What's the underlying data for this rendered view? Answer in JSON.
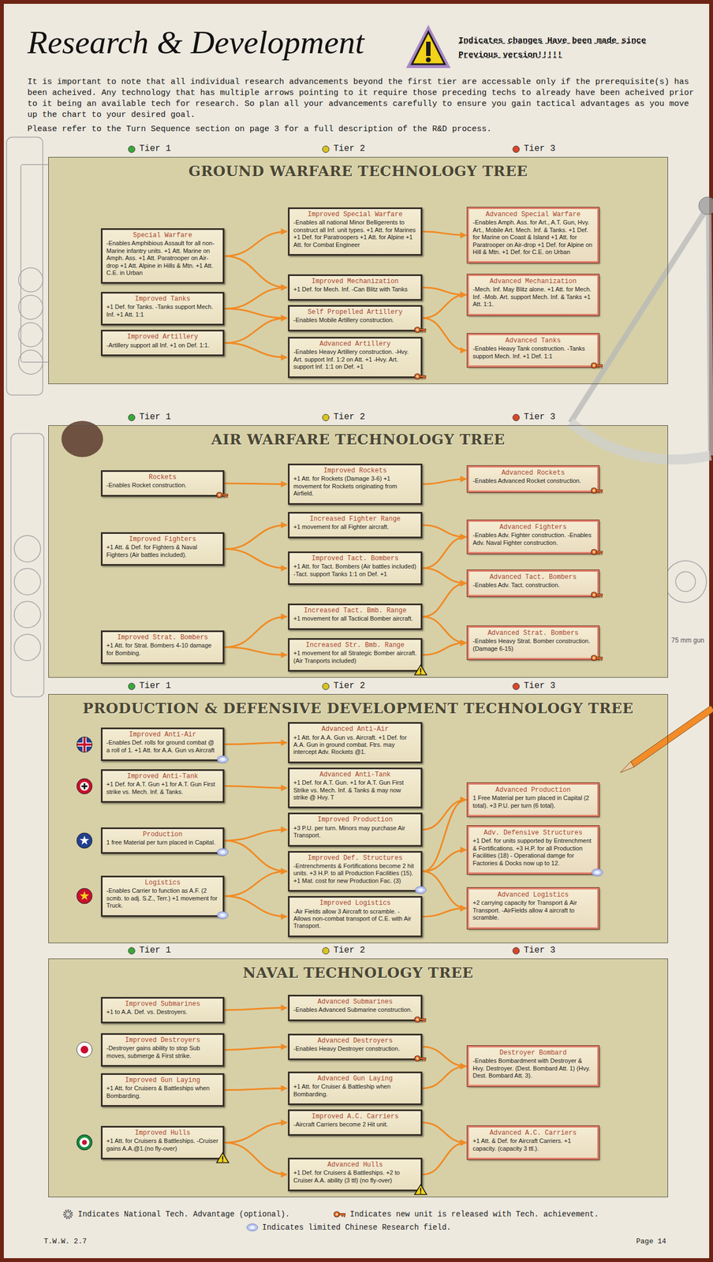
{
  "diagram": {
    "title": "Research & Development",
    "nodes": [
      {
        "text": [
          "GROUND WARFARE TECHNOLOGY TREE"
        ]
      },
      {
        "text": [
          "Special Warfare",
          "-Enables Amphibious Assault for all non-Marine infantry units. +1 Att. Marine on Amph. Ass. +1 Att. Paratrooper on Air-drop +1 Att. Alpine in Hills & Mtn. +1 Att. C.E. in Urban"
        ],
        "in": 0
      },
      {
        "text": [
          "Improved Tanks",
          "+1 Def. for Tanks. -Tanks support Mech. Inf. +1 Att. 1:1"
        ],
        "in": 0
      },
      {
        "text": [
          "Improved Artillery",
          "-Artillery support all Inf. +1 on Def. 1:1."
        ],
        "in": 0
      },
      {
        "text": [
          "Improved Special Warfare",
          "-Enables all national Minor Belligerents to construct all Inf. unit types. +1 Att. for Marines +1 Def. for Paratroopers +1 Att. for Alpine +1 Att. for Combat Engineer"
        ],
        "in": 0
      },
      {
        "text": [
          "Improved Mechanization",
          "+1 Def. for Mech. Inf. -Can Blitz with Tanks"
        ],
        "in": 0
      },
      {
        "text": [
          "Self Propelled Artillery",
          "-Enables Mobile Artillery construction."
        ],
        "in": 0
      },
      {
        "text": [
          "Advanced Artillery",
          "-Enables Heavy Artillery construction. -Hvy. Art. support Inf. 1:2 on Att. +1 -Hvy. Art. support Inf. 1:1 on Def. +1"
        ],
        "in": 0
      },
      {
        "text": [
          "Advanced Special Warfare",
          "-Enables Amph. Ass. for Art., A.T. Gun, Hvy. Art., Mobile Art. Mech. Inf. & Tanks. +1 Def. for Marine on Coast & Island +1 Att. for Paratrooper on Air-drop +1 Def. for Alpine on Hill & Mtn. +1 Def. for C.E. on Urban"
        ],
        "in": 0
      },
      {
        "text": [
          "Advanced Mechanization",
          "-Mech. Inf. May Blitz alone. +1 Att. for Mech. Inf. -Mob. Art. support Mech. Inf. & Tanks +1 Att. 1:1."
        ],
        "in": 0
      },
      {
        "text": [
          "Advanced Tanks",
          "-Enables Heavy Tank construction. -Tanks support Mech. Inf. +1 Def. 1:1"
        ],
        "in": 0
      },
      {
        "text": [
          "AIR WARFARE TECHNOLOGY TREE"
        ]
      },
      {
        "text": [
          "Rockets",
          "-Enables Rocket construction."
        ],
        "in": 11
      },
      {
        "text": [
          "Improved Fighters",
          "+1 Att. & Def. for Fighters & Naval Fighters (Air battles included)."
        ],
        "in": 11
      },
      {
        "text": [
          "Improved Strat. Bombers",
          "+1 Att. for Strat. Bombers 4-10 damage for Bombing."
        ],
        "in": 11
      },
      {
        "text": [
          "Improved Rockets",
          "+1 Att. for Rockets (Damage 3-6) +1 movement for Rockets originating from Airfield."
        ],
        "in": 11
      },
      {
        "text": [
          "Increased Fighter Range",
          "+1 movement for all Fighter aircraft."
        ],
        "in": 11
      },
      {
        "text": [
          "Improved Tact. Bombers",
          "+1 Att. for Tact. Bombers (Air battles included) -Tact. support Tanks 1:1 on Def. +1"
        ],
        "in": 11
      },
      {
        "text": [
          "Increased Tact. Bmb. Range",
          "+1 movement for all Tactical Bomber aircraft."
        ],
        "in": 11
      },
      {
        "text": [
          "Increased Str. Bmb. Range",
          "+1 movement for all Strategic Bomber aircraft. (Air Tranports included)"
        ],
        "in": 11
      },
      {
        "text": [
          "Advanced Rockets",
          "-Enables Advanced Rocket construction."
        ],
        "in": 11
      },
      {
        "text": [
          "Advanced Fighters",
          "-Enables Adv. Fighter construction. -Enables Adv. Naval Fighter construction."
        ],
        "in": 11
      },
      {
        "text": [
          "Advanced Tact. Bombers",
          "-Enables Adv. Tact. construction."
        ],
        "in": 11
      },
      {
        "text": [
          "Advanced Strat. Bombers",
          "-Enables Heavy Strat. Bomber construction. (Damage 6-15)"
        ],
        "in": 11
      },
      {
        "text": [
          "PRODUCTION & DEFENSIVE DEVELOPMENT TECHNOLOGY TREE"
        ]
      },
      {
        "text": [
          "Improved Anti-Air",
          "-Enables Def. rolls for ground combat @ a roll of 1. +1 Att. for A.A. Gun vs Aircraft"
        ],
        "in": 24
      },
      {
        "text": [
          "Improved Anti-Tank",
          "+1 Def. for A.T. Gun +1 for A.T. Gun First strike vs. Mech. Inf. & Tanks."
        ],
        "in": 24
      },
      {
        "text": [
          "Production",
          "1 free Material per turn placed in Capital."
        ],
        "in": 24
      },
      {
        "text": [
          "Logistics",
          "-Enables Carrier to function as A.F. (2 scmb. to adj. S.Z., Terr.) +1 movement for Truck."
        ],
        "in": 24
      },
      {
        "text": [
          "Advanced Anti-Air",
          "+1 Att. for A.A. Gun vs. Aircraft. +1 Def. for A.A. Gun in ground combat. Ftrs. may intercept Adv. Rockets @1."
        ],
        "in": 24
      },
      {
        "text": [
          "Advanced Anti-Tank",
          "+1 Def. for A.T. Gun. +1 for A.T. Gun First Strike vs. Mech. Inf. & Tanks & may now strike @ Hvy. T"
        ],
        "in": 24
      },
      {
        "text": [
          "Improved Production",
          "+3 P.U. per turn. Minors may purchase Air Transport."
        ],
        "in": 24
      },
      {
        "text": [
          "Improved Def. Structures",
          "-Entrenchments & Fortifications become 2 hit units. +3 H.P. to all Production Facilities (15). +1 Mat. cost for new Production Fac. (3)"
        ],
        "in": 24
      },
      {
        "text": [
          "Improved Logistics",
          "-Air Fields allow 3 Aircraft to scramble. -Allows non-combat transport of C.E. with Air Transport."
        ],
        "in": 24
      },
      {
        "text": [
          "Advanced Production",
          "1 Free Material per turn placed in Capital (2 total). +3 P.U. per turn (6 total)."
        ],
        "in": 24
      },
      {
        "text": [
          "Adv. Defensive Structures",
          "+1 Def. for units supported by Entrenchment & Fortifications. +3 H.P. for all Production Facilities (18) - Operational damge for Factories & Docks now up to 12."
        ],
        "in": 24
      },
      {
        "text": [
          "Advanced Logistics",
          "+2 carrying capacity for Transport & Air Transport. -AirFields allow 4 aircraft to scramble."
        ],
        "in": 24
      },
      {
        "text": [
          "NAVAL TECHNOLOGY TREE"
        ]
      },
      {
        "text": [
          "Improved Submarines",
          "+1 to A.A. Def. vs. Destroyers."
        ],
        "in": 37
      },
      {
        "text": [
          "Improved Destroyers",
          "-Destroyer gains ability to stop Sub moves, submerge & First strike."
        ],
        "in": 37
      },
      {
        "text": [
          "Improved Gun Laying",
          "+1 Att. for Cruisers & Battleships when Bombarding."
        ],
        "in": 37
      },
      {
        "text": [
          "Improved Hulls",
          "+1 Att. for Cruisers & Battleships. -Cruiser gains A.A.@1.(no fly-over)"
        ],
        "in": 37
      },
      {
        "text": [
          "Advanced Submarines",
          "-Enables Advanced Submarine construction."
        ],
        "in": 37
      },
      {
        "text": [
          "Advanced Destroyers",
          "-Enables Heavy Destroyer construction."
        ],
        "in": 37
      },
      {
        "text": [
          "Advanced Gun Laying",
          "+1 Att. for Cruiser & Battleship when Bombarding."
        ],
        "in": 37
      },
      {
        "text": [
          "Improved A.C. Carriers",
          "-Aircraft Carriers become 2 Hit unit."
        ],
        "in": 37
      },
      {
        "text": [
          "Advanced Hulls",
          "+1 Def. for Cruisers & Battleships. +2 to Cruiser A.A. ability (3 ttl) (no fly-over)"
        ],
        "in": 37
      },
      {
        "text": [
          "Destroyer Bombard",
          "-Enables Bombardment with Destroyer & Hvy. Destroyer. (Dest. Bombard Att. 1) (Hvy. Dest. Bombard Att. 3)."
        ],
        "in": 37
      },
      {
        "text": [
          "Advanced A.C. Carriers",
          "+1 Att. & Def. for Aircraft Carriers. +1 capacity. (capacity 3 ttl.)."
        ],
        "in": 37
      }
    ],
    "edges": [
      {
        "from": 1,
        "to": 4,
        "arrow": "to"
      },
      {
        "from": 1,
        "to": 5,
        "arrow": "to"
      },
      {
        "from": 2,
        "to": 5,
        "arrow": "to"
      },
      {
        "from": 2,
        "to": 6,
        "arrow": "to"
      },
      {
        "from": 3,
        "to": 6,
        "arrow": "to"
      },
      {
        "from": 3,
        "to": 7,
        "arrow": "to"
      },
      {
        "from": 4,
        "to": 8,
        "arrow": "to"
      },
      {
        "from": 5,
        "to": 9,
        "arrow": "to"
      },
      {
        "from": 6,
        "to": 9,
        "arrow": "to"
      },
      {
        "from": 6,
        "to": 10,
        "arrow": "to"
      },
      {
        "from": 12,
        "to": 15,
        "arrow": "to"
      },
      {
        "from": 13,
        "to": 16,
        "arrow": "to"
      },
      {
        "from": 13,
        "to": 17,
        "arrow": "to"
      },
      {
        "from": 14,
        "to": 18,
        "arrow": "to"
      },
      {
        "from": 14,
        "to": 19,
        "arrow": "to"
      },
      {
        "from": 15,
        "to": 20,
        "arrow": "to"
      },
      {
        "from": 16,
        "to": 21,
        "arrow": "to"
      },
      {
        "from": 17,
        "to": 21,
        "arrow": "to"
      },
      {
        "from": 17,
        "to": 22,
        "arrow": "to"
      },
      {
        "from": 18,
        "to": 22,
        "arrow": "to"
      },
      {
        "from": 18,
        "to": 23,
        "arrow": "to"
      },
      {
        "from": 19,
        "to": 23,
        "arrow": "to"
      },
      {
        "from": 25,
        "to": 29,
        "arrow": "to"
      },
      {
        "from": 26,
        "to": 30,
        "arrow": "to"
      },
      {
        "from": 27,
        "to": 31,
        "arrow": "to"
      },
      {
        "from": 27,
        "to": 32,
        "arrow": "to"
      },
      {
        "from": 28,
        "to": 32,
        "arrow": "to"
      },
      {
        "from": 28,
        "to": 33,
        "arrow": "to"
      },
      {
        "from": 31,
        "to": 34,
        "arrow": "to"
      },
      {
        "from": 32,
        "to": 34,
        "arrow": "to"
      },
      {
        "from": 32,
        "to": 35,
        "arrow": "to"
      },
      {
        "from": 32,
        "to": 36,
        "arrow": "to"
      },
      {
        "from": 33,
        "to": 36,
        "arrow": "to"
      },
      {
        "from": 38,
        "to": 42,
        "arrow": "to"
      },
      {
        "from": 39,
        "to": 43,
        "arrow": "to"
      },
      {
        "from": 40,
        "to": 44,
        "arrow": "to"
      },
      {
        "from": 41,
        "to": 45,
        "arrow": "to"
      },
      {
        "from": 41,
        "to": 46,
        "arrow": "to"
      },
      {
        "from": 43,
        "to": 47,
        "arrow": "to"
      },
      {
        "from": 44,
        "to": 47,
        "arrow": "to"
      },
      {
        "from": 45,
        "to": 48,
        "arrow": "to"
      },
      {
        "from": 46,
        "to": 48,
        "arrow": "to"
      }
    ],
    "labels": [
      "Indicates changes Have been made since Previous version!!!!!",
      "It is important to note that all individual research advancements beyond the first tier are accessable only if the prerequisite(s) has been acheived. Any technology that has multiple arrows pointing to it require those preceding techs to already have been acheived prior to it being an available tech for research. So plan all your advancements carefully to ensure you gain tactical advantages as you move up the chart to your desired goal.",
      "Please refer to the Turn Sequence section on page 3 for a full description of the R&D process.",
      "Tier 1",
      "Tier 2",
      "Tier 3",
      "Tier 1",
      "Tier 2",
      "Tier 3",
      "Tier 1",
      "Tier 2",
      "Tier 3",
      "Tier 1",
      "Tier 2",
      "Tier 3",
      "75 mm gun",
      "T.W.W. 2.7",
      "Page 14"
    ],
    "legend": [
      {
        "text": "Indicates National Tech. Advantage (optional)."
      },
      {
        "text": "Indicates new unit is released with Tech. achievement."
      },
      {
        "text": "Indicates limited Chinese Research field."
      }
    ]
  }
}
